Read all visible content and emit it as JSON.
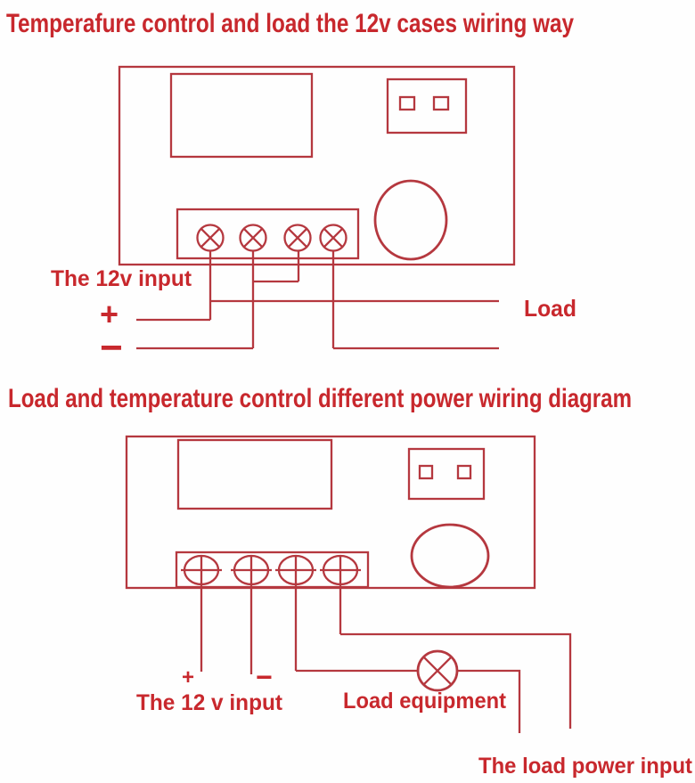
{
  "colors": {
    "background": "#fefefe",
    "line": "#b5383f",
    "text": "#c8282d"
  },
  "diagram1": {
    "title": "Temperafure control and load the 12v cases wiring way",
    "labels": {
      "input": "The 12v input",
      "plus": "+",
      "minus": "−",
      "load": "Load"
    }
  },
  "diagram2": {
    "title": "Load and temperature control different power wiring diagram",
    "labels": {
      "input": "The 12 v input",
      "plus": "+",
      "minus": "−",
      "load_equipment": "Load equipment",
      "load_power": "The load power input"
    }
  }
}
